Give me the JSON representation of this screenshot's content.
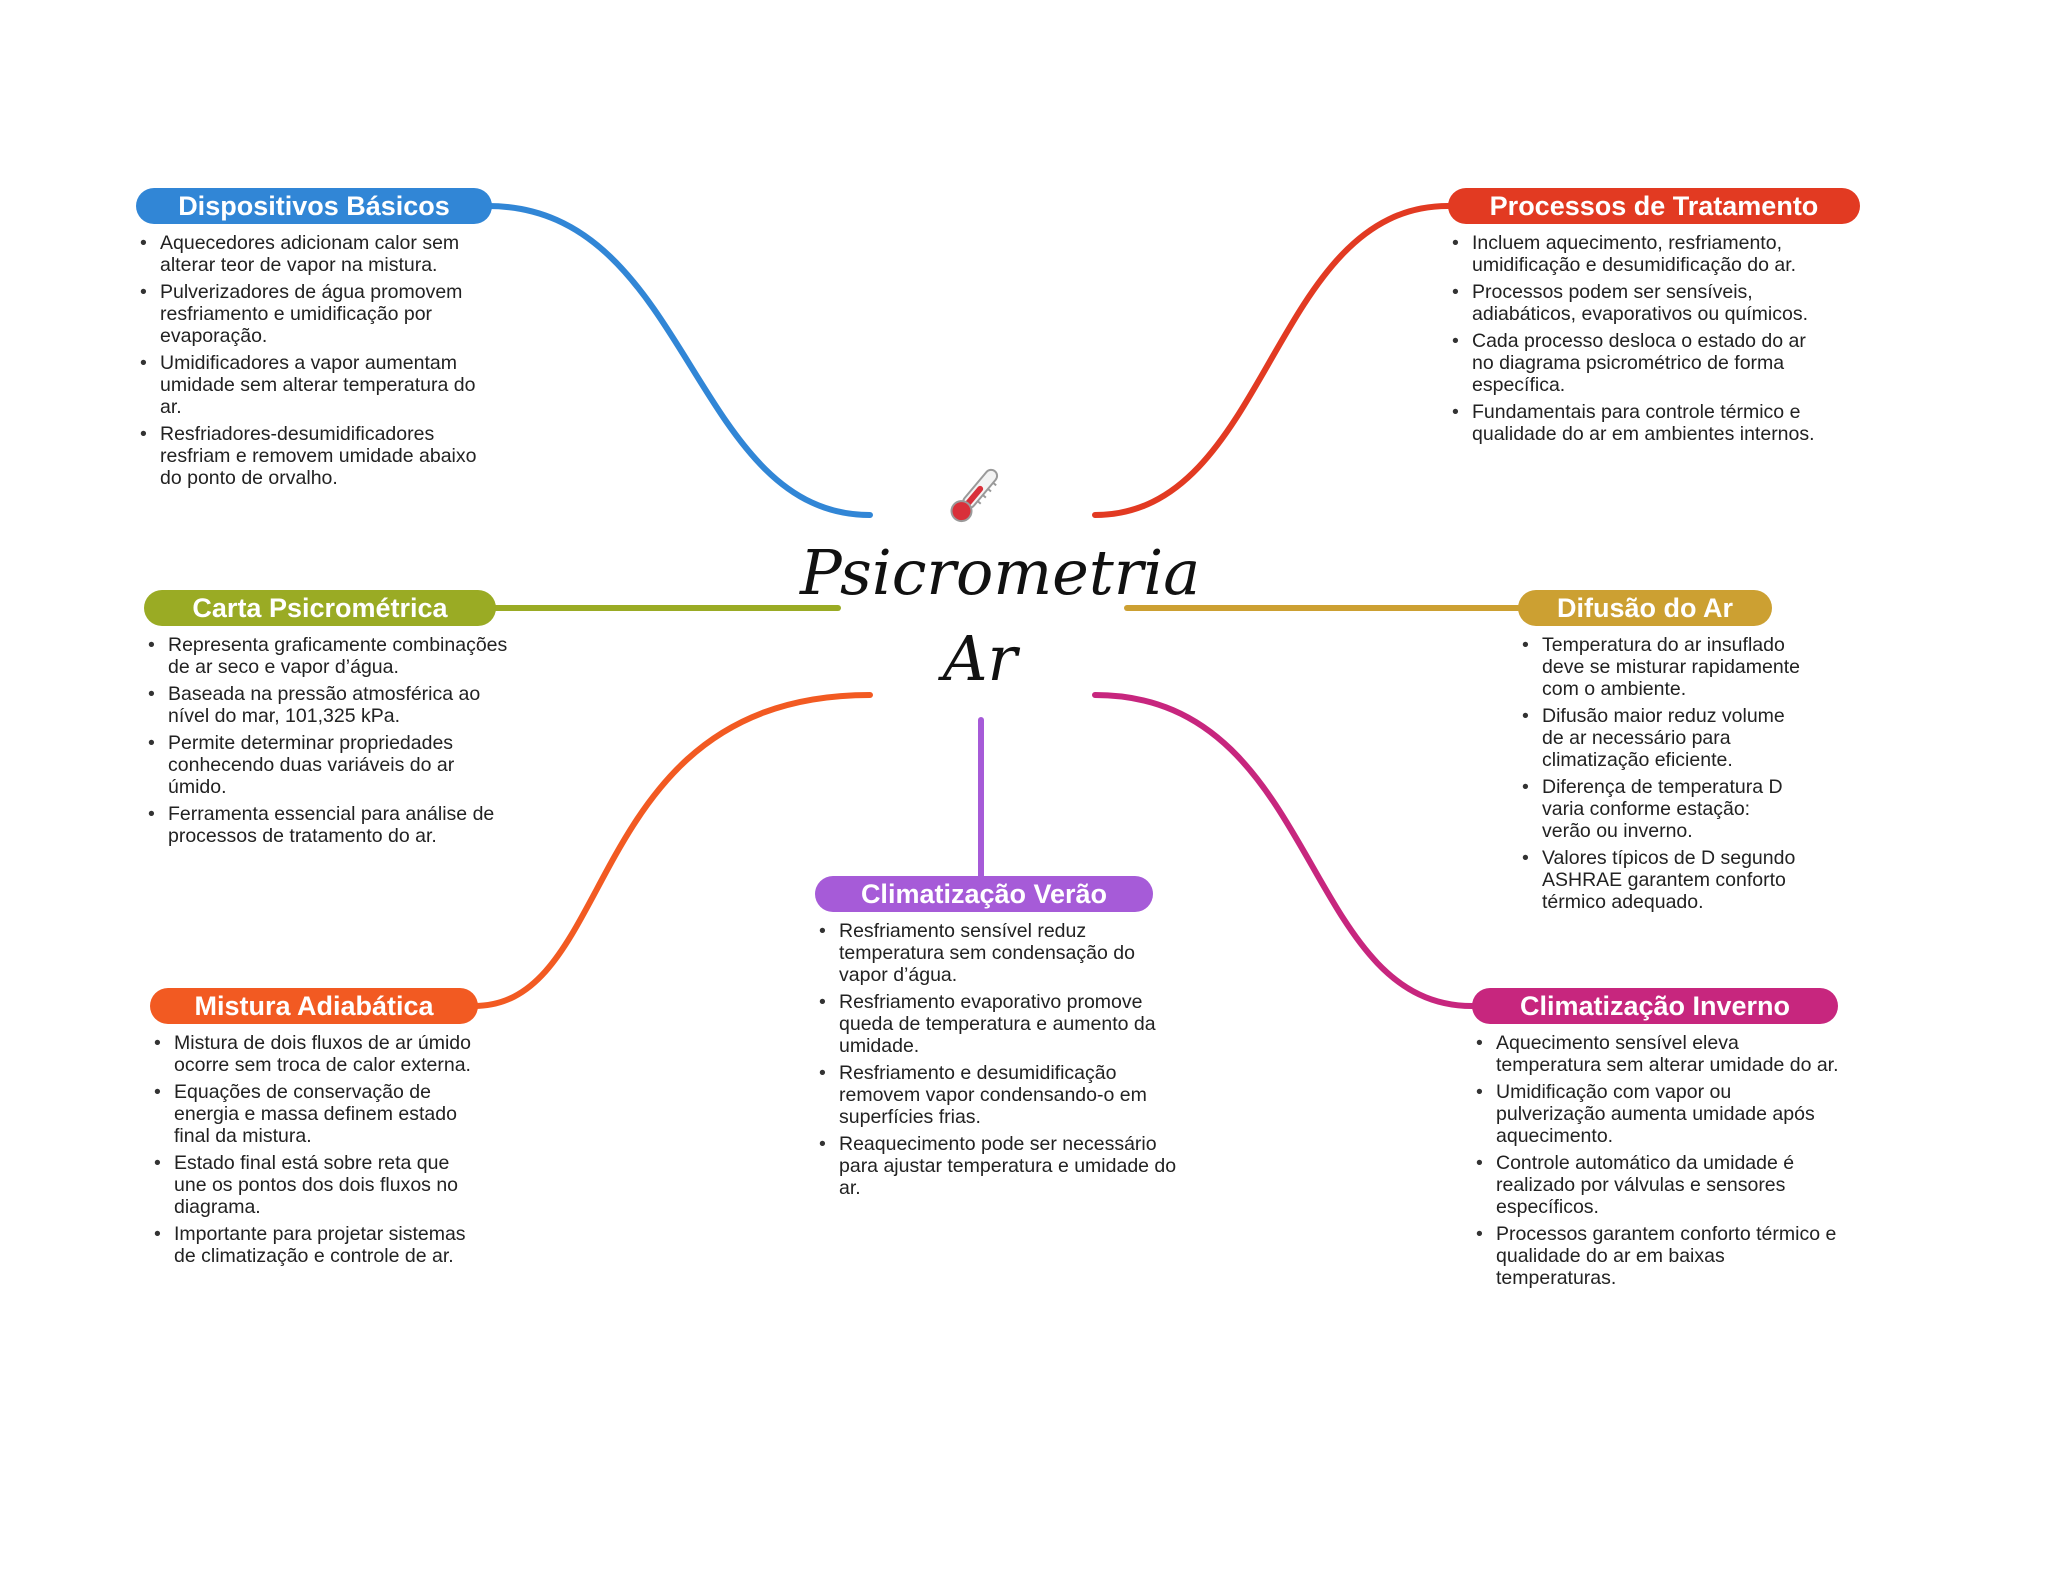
{
  "center": {
    "icon": "thermometer-icon",
    "title_line1": "Psicrometria",
    "title_line2": "Ar"
  },
  "branches": [
    {
      "key": "dispositivos",
      "title": "Dispositivos Básicos",
      "color": "#3186d6",
      "points": [
        "Aquecedores adicionam calor sem alterar teor de vapor na mistura.",
        "Pulverizadores de água promovem resfriamento e umidificação por evaporação.",
        "Umidificadores a vapor aumentam umidade sem alterar temperatura do ar.",
        "Resfriadores-desumidificadores resfriam e removem umidade abaixo do ponto de orvalho."
      ]
    },
    {
      "key": "processos",
      "title": "Processos de Tratamento",
      "color": "#e23a22",
      "points": [
        "Incluem aquecimento, resfriamento, umidificação e desumidificação do ar.",
        "Processos podem ser sensíveis, adiabáticos, evaporativos ou químicos.",
        "Cada processo desloca o estado do ar no diagrama psicrométrico de forma específica.",
        "Fundamentais para controle térmico e qualidade do ar em ambientes internos."
      ]
    },
    {
      "key": "carta",
      "title": "Carta Psicrométrica",
      "color": "#9aab24",
      "points": [
        "Representa graficamente combinações de ar seco e vapor d’água.",
        "Baseada na pressão atmosférica ao nível do mar, 101,325 kPa.",
        "Permite determinar propriedades conhecendo duas variáveis do ar úmido.",
        "Ferramenta essencial para análise de processos de tratamento do ar."
      ]
    },
    {
      "key": "difusao",
      "title": "Difusão do Ar",
      "color": "#cca032",
      "points": [
        "Temperatura do ar insuflado deve se misturar rapidamente com o ambiente.",
        "Difusão maior reduz volume de ar necessário para climatização eficiente.",
        "Diferença de temperatura D varia conforme estação: verão ou inverno.",
        "Valores típicos de D segundo ASHRAE garantem conforto térmico adequado."
      ]
    },
    {
      "key": "verao",
      "title": "Climatização Verão",
      "color": "#a65bd8",
      "points": [
        "Resfriamento sensível reduz temperatura sem condensação do vapor d’água.",
        "Resfriamento evaporativo promove queda de temperatura e aumento da umidade.",
        "Resfriamento e desumidificação removem vapor condensando-o em superfícies frias.",
        "Reaquecimento pode ser necessário para ajustar temperatura e umidade do ar."
      ]
    },
    {
      "key": "mistura",
      "title": "Mistura Adiabática",
      "color": "#f25a22",
      "points": [
        "Mistura de dois fluxos de ar úmido ocorre sem troca de calor externa.",
        "Equações de conservação de energia e massa definem estado final da mistura.",
        "Estado final está sobre reta que une os pontos dos dois fluxos no diagrama.",
        "Importante para projetar sistemas de climatização e controle de ar."
      ]
    },
    {
      "key": "inverno",
      "title": "Climatização Inverno",
      "color": "#c7267e",
      "points": [
        "Aquecimento sensível eleva temperatura sem alterar umidade do ar.",
        "Umidificação com vapor ou pulverização aumenta umidade após aquecimento.",
        "Controle automático da umidade é realizado por válvulas e sensores específicos.",
        "Processos garantem conforto térmico e qualidade do ar em baixas temperaturas."
      ]
    }
  ]
}
